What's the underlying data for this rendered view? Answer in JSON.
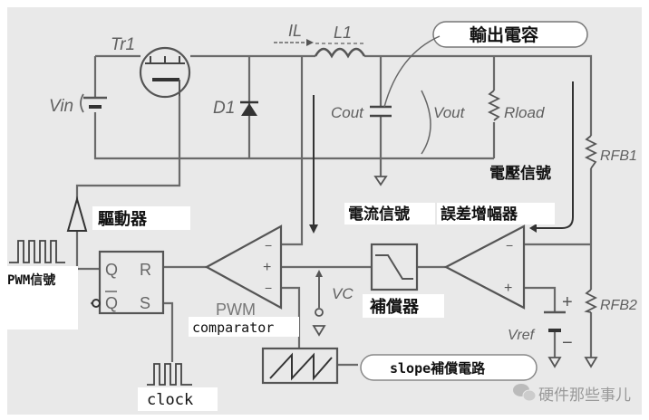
{
  "components": {
    "transistor": "Tr1",
    "input_voltage": "Vin",
    "diode": "D1",
    "inductor": "L1",
    "inductor_current": "IL",
    "output_capacitor": "Cout",
    "output_voltage": "Vout",
    "load_resistor": "Rload",
    "feedback_resistor_1": "RFB1",
    "feedback_resistor_2": "RFB2",
    "reference_voltage": "Vref",
    "control_voltage": "VC",
    "flipflop": {
      "q": "Q",
      "r": "R",
      "qbar": "Q",
      "s": "S"
    },
    "comparator_pwm": "PWM",
    "plus": "+",
    "minus": "−"
  },
  "labels": {
    "output_capacitor": "輸出電容",
    "voltage_signal": "電壓信號",
    "current_signal": "電流信號",
    "error_amplifier": "誤差增幅器",
    "driver": "驅動器",
    "pwm_signal": "PWM信號",
    "compensator": "補償器",
    "comparator": "comparator",
    "clock": "clock",
    "slope_compensation": "slope補償電路"
  },
  "watermark": "硬件那些事儿"
}
